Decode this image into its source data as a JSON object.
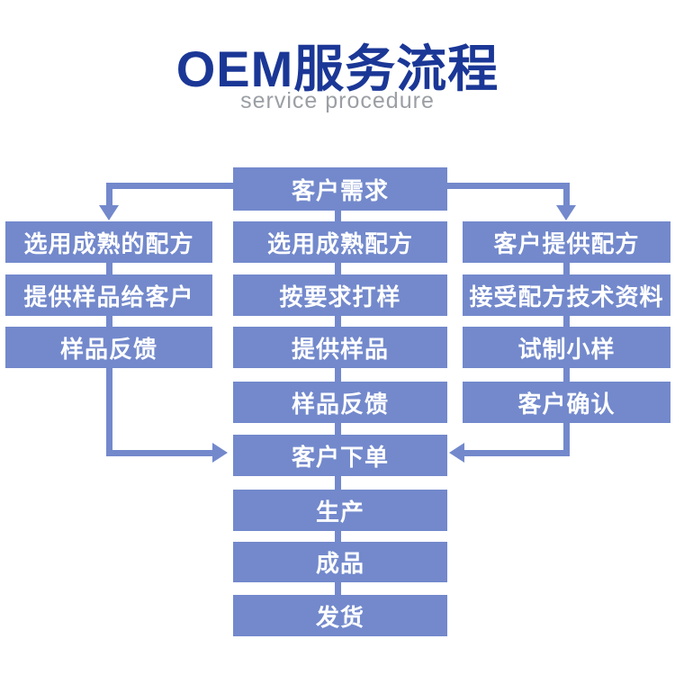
{
  "header": {
    "title": "OEM服务流程",
    "subtitle": "service procedure"
  },
  "colors": {
    "node_fill": "#7389cc",
    "node_text": "#ffffff",
    "title": "#1b3796",
    "subtitle": "#9b9fa4",
    "background": "#ffffff"
  },
  "flow": {
    "top": "客户需求",
    "left": [
      "选用成熟的配方",
      "提供样品给客户",
      "样品反馈"
    ],
    "middle": [
      "选用成熟配方",
      "按要求打样",
      "提供样品",
      "样品反馈",
      "客户下单",
      "生产",
      "成品",
      "发货"
    ],
    "right": [
      "客户提供配方",
      "接受配方技术资料",
      "试制小样",
      "客户确认"
    ]
  }
}
